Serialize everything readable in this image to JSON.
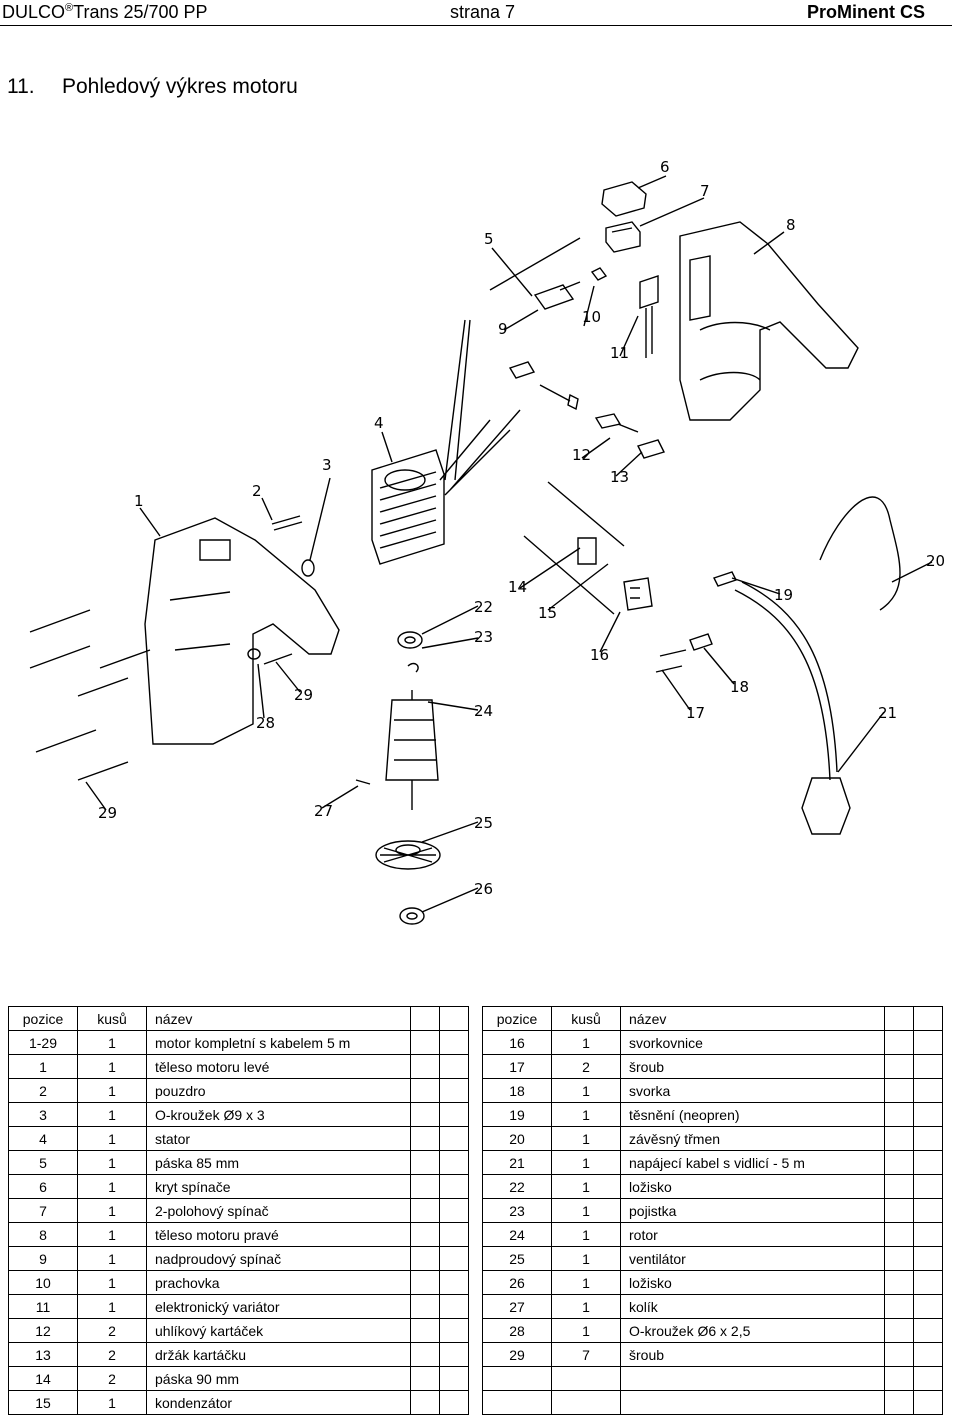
{
  "header": {
    "brand": "DULCO",
    "reg": "®",
    "product": "Trans 25/700 PP",
    "page": "strana 7",
    "company": "ProMinent CS"
  },
  "section": {
    "number": "11.",
    "title": "Pohledový výkres motoru"
  },
  "callouts": [
    "1",
    "2",
    "3",
    "4",
    "5",
    "6",
    "7",
    "8",
    "9",
    "10",
    "11",
    "12",
    "13",
    "14",
    "15",
    "16",
    "17",
    "18",
    "19",
    "20",
    "21",
    "22",
    "23",
    "24",
    "25",
    "26",
    "27",
    "28",
    "29",
    "29"
  ],
  "table": {
    "headers": [
      "pozice",
      "kusů",
      "název"
    ],
    "left_rows": [
      [
        "1-29",
        "1",
        "motor kompletní s kabelem 5 m"
      ],
      [
        "1",
        "1",
        "těleso motoru levé"
      ],
      [
        "2",
        "1",
        "pouzdro"
      ],
      [
        "3",
        "1",
        "O-kroužek Ø9 x 3"
      ],
      [
        "4",
        "1",
        "stator"
      ],
      [
        "5",
        "1",
        "páska 85 mm"
      ],
      [
        "6",
        "1",
        "kryt spínače"
      ],
      [
        "7",
        "1",
        "2-polohový spínač"
      ],
      [
        "8",
        "1",
        "těleso motoru pravé"
      ],
      [
        "9",
        "1",
        "nadproudový spínač"
      ],
      [
        "10",
        "1",
        "prachovka"
      ],
      [
        "11",
        "1",
        "elektronický variátor"
      ],
      [
        "12",
        "2",
        "uhlíkový kartáček"
      ],
      [
        "13",
        "2",
        "držák kartáčku"
      ],
      [
        "14",
        "2",
        "páska 90 mm"
      ],
      [
        "15",
        "1",
        "kondenzátor"
      ]
    ],
    "right_rows": [
      [
        "16",
        "1",
        "svorkovnice"
      ],
      [
        "17",
        "2",
        "šroub"
      ],
      [
        "18",
        "1",
        "svorka"
      ],
      [
        "19",
        "1",
        "těsnění (neopren)"
      ],
      [
        "20",
        "1",
        "závěsný třmen"
      ],
      [
        "21",
        "1",
        "napájecí kabel s vidlicí - 5 m"
      ],
      [
        "22",
        "1",
        "ložisko"
      ],
      [
        "23",
        "1",
        "pojistka"
      ],
      [
        "24",
        "1",
        "rotor"
      ],
      [
        "25",
        "1",
        "ventilátor"
      ],
      [
        "26",
        "1",
        "ložisko"
      ],
      [
        "27",
        "1",
        "kolík"
      ],
      [
        "28",
        "1",
        "O-kroužek Ø6 x 2,5"
      ],
      [
        "29",
        "7",
        "šroub"
      ],
      [
        "",
        "",
        ""
      ],
      [
        "",
        "",
        ""
      ]
    ]
  }
}
